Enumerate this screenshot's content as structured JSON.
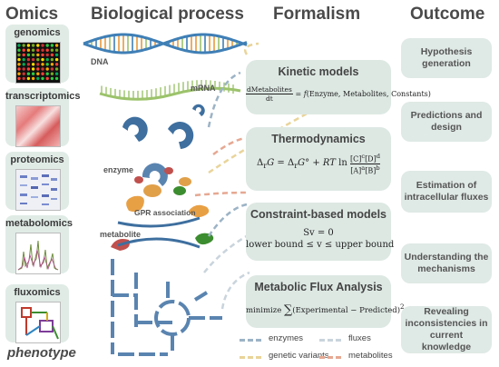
{
  "columns": {
    "omics": "Omics",
    "process": "Biological process",
    "formalism": "Formalism",
    "outcome": "Outcome"
  },
  "omics": [
    "genomics",
    "transcriptomics",
    "proteomics",
    "metabolomics",
    "fluxomics"
  ],
  "phenotype": "phenotype",
  "process_labels": {
    "dna": "DNA",
    "mrna": "mRNA",
    "enzyme": "enzyme",
    "gpr": "GPR association",
    "metabolite": "metabolite"
  },
  "formalisms": [
    {
      "title": "Kinetic models",
      "equation": "dMetabolites/dt = f(Enzyme, Metabolites, Constants)"
    },
    {
      "title": "Thermodynamics",
      "equation": "ΔrG = ΔrG° + RT ln [C]^c[D]^d / [A]^a[B]^b"
    },
    {
      "title": "Constraint-based models",
      "equation_1": "Sv = 0",
      "equation_2": "lower bound ≤ v ≤ upper bound"
    },
    {
      "title": "Metabolic Flux Analysis",
      "equation": "minimize ∑(Experimental − Predicted)²"
    }
  ],
  "outcomes": [
    "Hypothesis generation",
    "Predictions and design",
    "Estimation of intracellular fluxes",
    "Understanding the mechanisms",
    "Revealing inconsistencies in current knowledge"
  ],
  "legend": {
    "enzymes": "enzymes",
    "fluxes": "fluxes",
    "genetic_variants": "genetic variants",
    "metabolites": "metabolites"
  },
  "colors": {
    "enzymes": "#9cb3c6",
    "fluxes": "#c9d4dc",
    "genetic_variants": "#e9d49a",
    "metabolites": "#e6a892",
    "box": "#dde8e3",
    "dna_blue": "#3f7fb6",
    "dna_orange": "#e89a3c",
    "dna_green": "#9cc36b"
  }
}
